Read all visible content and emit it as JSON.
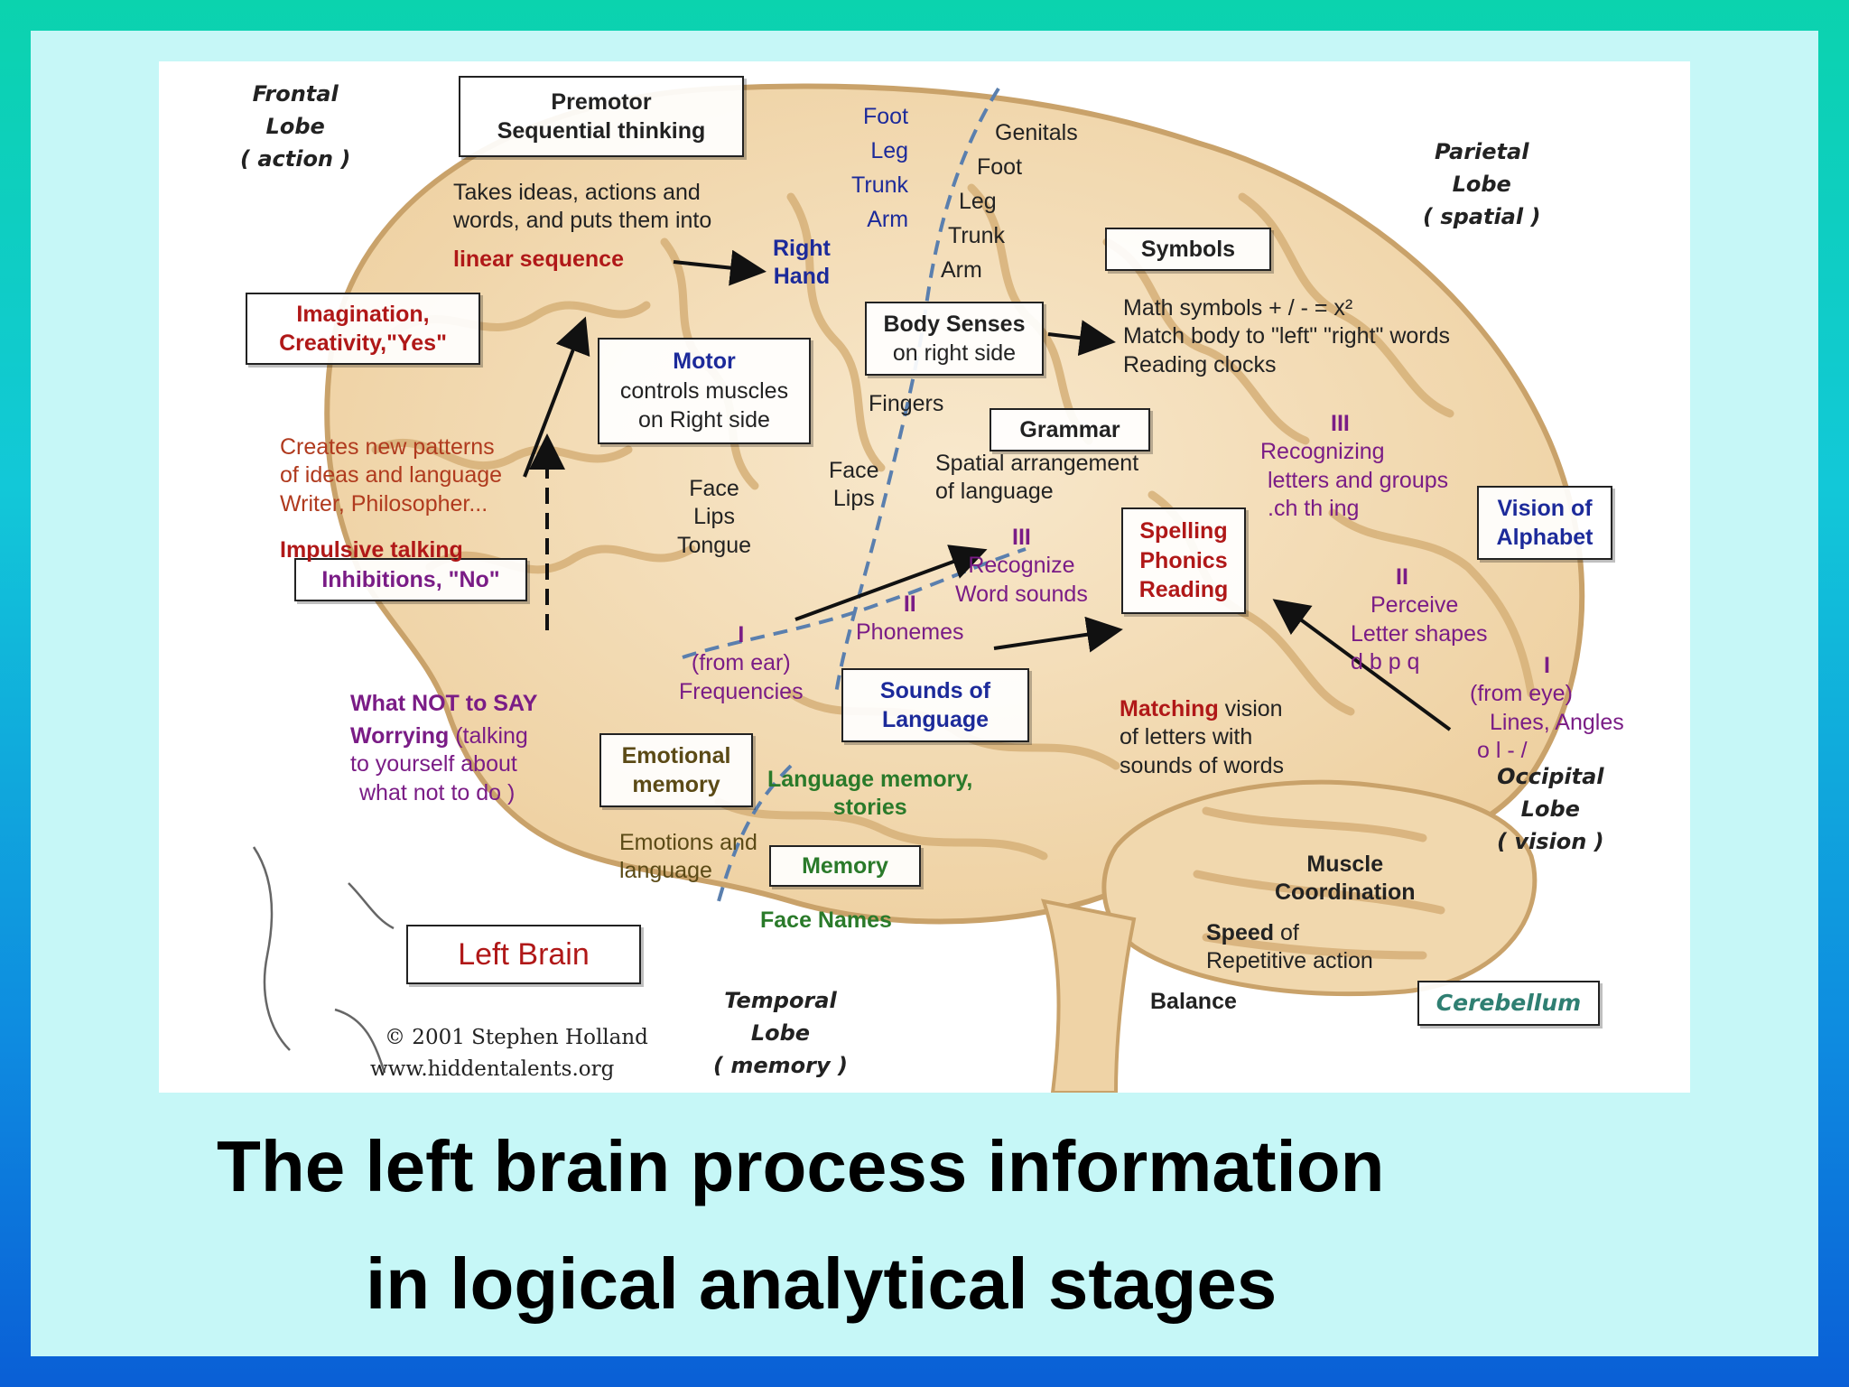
{
  "caption": {
    "line1": "The left brain process information",
    "line2": "in logical analytical stages"
  },
  "lobes": {
    "frontal": [
      "Frontal",
      "Lobe",
      "( action )"
    ],
    "parietal": [
      "Parietal",
      "Lobe",
      "( spatial )"
    ],
    "occipital": [
      "Occipital",
      "Lobe",
      "( vision )"
    ],
    "temporal": [
      "Temporal",
      "Lobe",
      "( memory )"
    ]
  },
  "boxes": {
    "premotor": [
      "Premotor",
      "Sequential thinking"
    ],
    "imagination": [
      "Imagination,",
      "Creativity,\"Yes\""
    ],
    "motor": [
      "Motor",
      "controls muscles",
      "on Right side"
    ],
    "body_senses": [
      "Body Senses",
      "on right side"
    ],
    "symbols": "Symbols",
    "grammar": "Grammar",
    "spelling": [
      "Spelling",
      "Phonics",
      "Reading"
    ],
    "vision_alphabet": [
      "Vision of",
      "Alphabet"
    ],
    "inhibitions": "Inhibitions, \"No\"",
    "sounds_language": [
      "Sounds of",
      "Language"
    ],
    "emotional_memory": [
      "Emotional",
      "memory"
    ],
    "memory": "Memory",
    "left_brain": "Left Brain",
    "cerebellum": "Cerebellum"
  },
  "texts": {
    "takes_ideas": [
      "Takes ideas, actions and",
      "words, and puts them into"
    ],
    "linear_sequence": "linear sequence",
    "right_hand": [
      "Right",
      "Hand"
    ],
    "motor_strip": [
      "Foot",
      "Leg",
      "Trunk",
      "Arm"
    ],
    "sensory_strip": [
      "Genitals",
      "Foot",
      "Leg",
      "Trunk",
      "Arm"
    ],
    "fingers": "Fingers",
    "face_lips_sensory": [
      "Face",
      "Lips"
    ],
    "face_lips_tongue": [
      "Face",
      "Lips",
      "Tongue"
    ],
    "math_symbols": [
      "Math symbols  + / - = x²",
      "Match body to \"left\" \"right\" words",
      "Reading clocks"
    ],
    "spatial_arrangement": [
      "Spatial arrangement",
      "of language"
    ],
    "recognize_word": [
      "III",
      "Recognize",
      "Word sounds"
    ],
    "phonemes": [
      "II",
      "Phonemes"
    ],
    "from_ear": [
      "I",
      "(from ear)",
      "Frequencies"
    ],
    "recognizing_letters": [
      "III",
      "Recognizing",
      "letters and groups",
      ".ch  th  ing"
    ],
    "perceive_letters": [
      "II",
      "Perceive",
      "Letter shapes",
      "d b  p q"
    ],
    "from_eye": [
      "I",
      "(from eye)",
      "Lines, Angles",
      "o l - /"
    ],
    "matching_word": "Matching",
    "matching_rest": [
      " vision",
      "of letters with",
      "sounds of words"
    ],
    "creates_patterns": [
      "Creates new patterns",
      "of ideas and language",
      "Writer, Philosopher..."
    ],
    "impulsive": "Impulsive talking",
    "what_not": "What NOT to SAY",
    "worrying_word": "Worrying",
    "worrying_rest": [
      " (talking",
      "to yourself about",
      "what not to do )"
    ],
    "language_memory": [
      "Language memory,",
      "stories"
    ],
    "emotions_language": [
      "Emotions and",
      "language"
    ],
    "face_names": "Face Names",
    "muscle_coord": [
      "Muscle",
      "Coordination"
    ],
    "speed_word": "Speed",
    "speed_rest": [
      " of",
      "Repetitive action"
    ],
    "balance": "Balance",
    "copyright": [
      "© 2001 Stephen Holland",
      "www.hiddentalents.org"
    ]
  },
  "colors": {
    "brain_fill": "#f3dcb8",
    "brain_outline": "#c9a26a",
    "sulcus": "#d6b078",
    "fissure_dash": "#5a7fae",
    "red_text": "#b01818",
    "purple_text": "#7a1c86",
    "blue_text": "#1c2a9a",
    "green_text": "#2a7a2a",
    "cerebellum_text": "#2f7f72"
  }
}
